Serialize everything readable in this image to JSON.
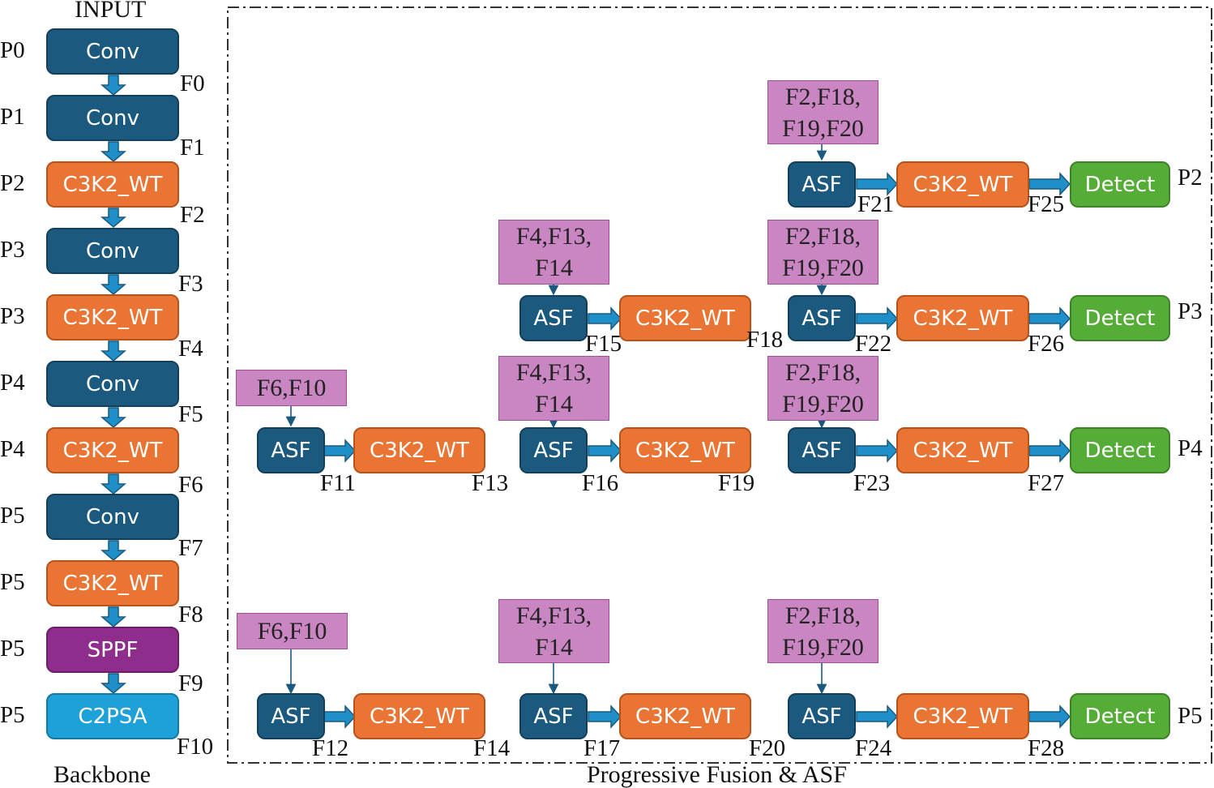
{
  "titles": {
    "input": "INPUT",
    "backbone": "Backbone",
    "neck": "Progressive Fusion & ASF"
  },
  "backbone": [
    {
      "p": "P0",
      "label": "Conv",
      "kind": "conv",
      "f": "F0"
    },
    {
      "p": "P1",
      "label": "Conv",
      "kind": "conv",
      "f": "F1"
    },
    {
      "p": "P2",
      "label": "C3K2_WT",
      "kind": "c3k2",
      "f": "F2"
    },
    {
      "p": "P3",
      "label": "Conv",
      "kind": "conv",
      "f": "F3"
    },
    {
      "p": "P3",
      "label": "C3K2_WT",
      "kind": "c3k2",
      "f": "F4"
    },
    {
      "p": "P4",
      "label": "Conv",
      "kind": "conv",
      "f": "F5"
    },
    {
      "p": "P4",
      "label": "C3K2_WT",
      "kind": "c3k2",
      "f": "F6"
    },
    {
      "p": "P5",
      "label": "Conv",
      "kind": "conv",
      "f": "F7"
    },
    {
      "p": "P5",
      "label": "C3K2_WT",
      "kind": "c3k2",
      "f": "F8"
    },
    {
      "p": "P5",
      "label": "SPPF",
      "kind": "sppf",
      "f": "F9"
    },
    {
      "p": "P5",
      "label": "C2PSA",
      "kind": "c2psa",
      "f": "F10"
    }
  ],
  "sources": {
    "s1": "F6,F10",
    "s2": "F4,F13,\nF14",
    "s3": "F2,F18,\nF19,F20"
  },
  "blocks": {
    "asf": "ASF",
    "c3k2": "C3K2_WT",
    "detect": "Detect"
  },
  "f_labels": {
    "F11": "F11",
    "F12": "F12",
    "F13": "F13",
    "F14": "F14",
    "F15": "F15",
    "F16": "F16",
    "F17": "F17",
    "F18": "F18",
    "F19": "F19",
    "F20": "F20",
    "F21": "F21",
    "F22": "F22",
    "F23": "F23",
    "F24": "F24",
    "F25": "F25",
    "F26": "F26",
    "F27": "F27",
    "F28": "F28"
  },
  "outputs": {
    "p2": "P2",
    "p3": "P3",
    "p4": "P4",
    "p5": "P5"
  },
  "colors": {
    "conv": "#1b5a7e",
    "c3k2": "#ea7433",
    "sppf": "#8e2d8b",
    "c2psa": "#1ea0d8",
    "detect": "#55ad38",
    "source": "#c986c2",
    "arrow": "#1e8fc8"
  }
}
